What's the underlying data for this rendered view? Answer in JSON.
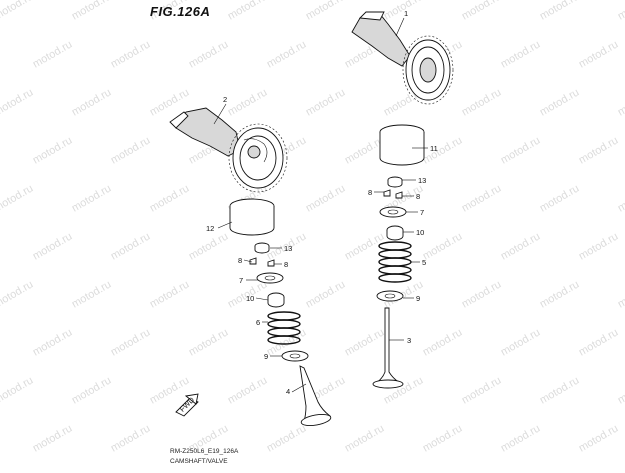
{
  "title": "FIG.126A",
  "footer": {
    "line1": "RM-Z250L6_E19_126A",
    "line2": "CAMSHAFT/VALVE"
  },
  "watermark": "motod.ru",
  "callouts": [
    "1",
    "2",
    "3",
    "4",
    "5",
    "6",
    "7",
    "7",
    "8",
    "8",
    "8",
    "8",
    "9",
    "9",
    "10",
    "10",
    "11",
    "12",
    "13",
    "13"
  ],
  "fwd_label": "FWD"
}
